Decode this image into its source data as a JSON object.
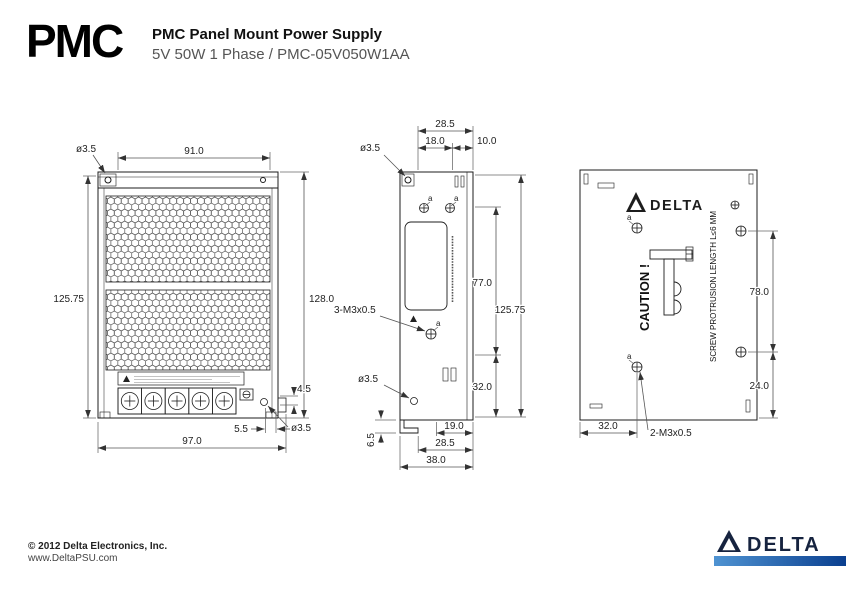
{
  "header": {
    "logo": "PMC",
    "title": "PMC Panel Mount Power Supply",
    "subtitle": "5V 50W 1 Phase / PMC-05V050W1AA"
  },
  "footer": {
    "copyright": "© 2012 Delta Electronics, Inc.",
    "website": "www.DeltaPSU.com"
  },
  "brand": {
    "name": "DELTA",
    "color": "#16233f",
    "bar_start": "#4f93d2",
    "bar_end": "#0a3f8f"
  },
  "drawing": {
    "hole_label": "a",
    "front": {
      "hole_top": "ø3.5",
      "width_top": "91.0",
      "height_left": "125.75",
      "height_right": "128.0",
      "width_bottom": "97.0",
      "offset_bottom": "5.5",
      "hole_bottom": "ø3.5",
      "offset_right": "4.5"
    },
    "side": {
      "width_top": "28.5",
      "offset_18": "18.0",
      "offset_10": "10.0",
      "hole_top": "ø3.5",
      "screw_note": "3-M3x0.5",
      "height_77": "77.0",
      "height_32": "32.0",
      "height_total": "125.75",
      "hole_bottom": "ø3.5",
      "depth_19": "19.0",
      "depth_28_5": "28.5",
      "depth_total": "38.0",
      "flange": "6.5"
    },
    "back": {
      "brand": "DELTA",
      "caution": "CAUTION !",
      "protrusion_note": "SCREW PROTRUSION LENGTH L≤6 MM",
      "height_78": "78.0",
      "height_24": "24.0",
      "width_32": "32.0",
      "screw_note": "2-M3x0.5"
    }
  }
}
